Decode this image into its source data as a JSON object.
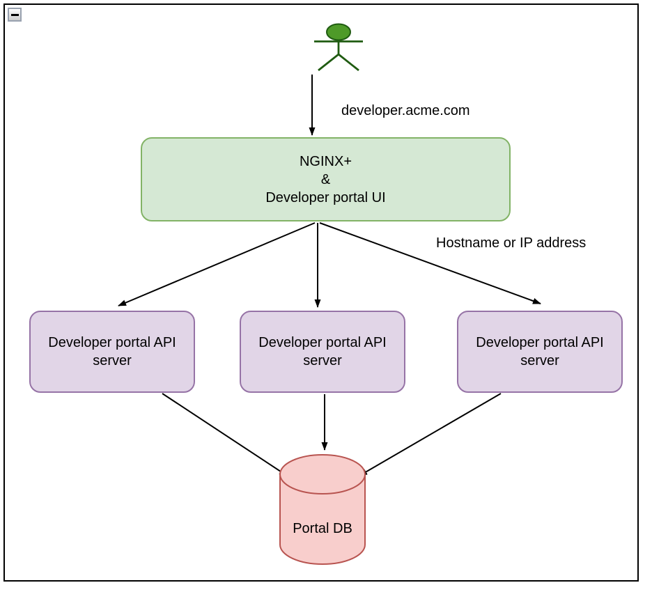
{
  "window": {
    "collapse_button": "collapse-diagram"
  },
  "diagram": {
    "labels": {
      "domain": "developer.acme.com",
      "routing": "Hostname or IP address"
    },
    "nodes": {
      "nginx": {
        "label": "NGINX+\n&\nDeveloper portal UI"
      },
      "api1": {
        "label": "Developer portal API\nserver"
      },
      "api2": {
        "label": "Developer portal API\nserver"
      },
      "api3": {
        "label": "Developer portal API\nserver"
      },
      "db": {
        "label": "Portal DB"
      }
    },
    "actor": {
      "name": "user"
    },
    "colors": {
      "nginx_fill": "#d5e8d4",
      "nginx_stroke": "#82b366",
      "api_fill": "#e1d5e7",
      "api_stroke": "#9673a6",
      "db_fill": "#f8cecc",
      "db_stroke": "#b85450",
      "actor_fill": "#4e9a28",
      "actor_stroke": "#1f5b11",
      "arrow": "#000000",
      "frame_border": "#000000"
    },
    "edges": [
      {
        "from": "user",
        "to": "nginx",
        "label": "developer.acme.com"
      },
      {
        "from": "nginx",
        "to": "api1",
        "label": "Hostname or IP address"
      },
      {
        "from": "nginx",
        "to": "api2",
        "label": "Hostname or IP address"
      },
      {
        "from": "nginx",
        "to": "api3",
        "label": "Hostname or IP address"
      },
      {
        "from": "api1",
        "to": "db"
      },
      {
        "from": "api2",
        "to": "db"
      },
      {
        "from": "api3",
        "to": "db"
      }
    ]
  }
}
